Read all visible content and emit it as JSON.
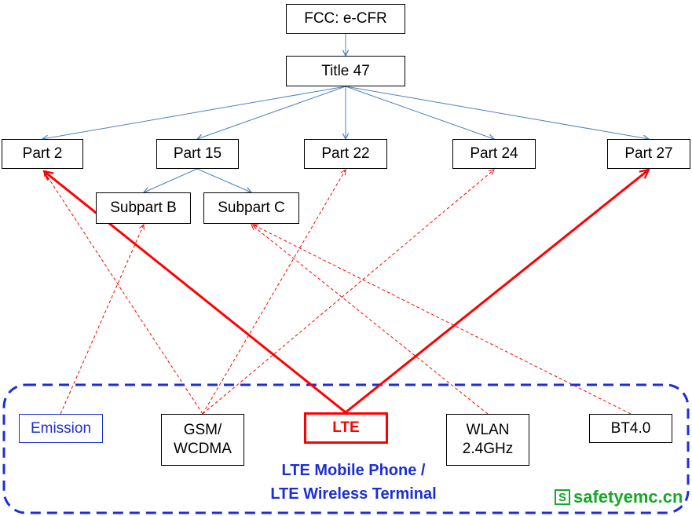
{
  "nodes": {
    "fcc": "FCC: e-CFR",
    "title47": "Title 47",
    "part2": "Part 2",
    "part15": "Part 15",
    "part22": "Part 22",
    "part24": "Part 24",
    "part27": "Part 27",
    "subpart_b": "Subpart B",
    "subpart_c": "Subpart C",
    "emission": "Emission",
    "gsm": "GSM/\nWCDMA",
    "lte": "LTE",
    "wlan": "WLAN\n2.4GHz",
    "bt": "BT4.0"
  },
  "caption": {
    "line1": "LTE Mobile Phone /",
    "line2": "LTE Wireless Terminal"
  },
  "watermark": {
    "icon": "S",
    "text": "safetyemc.cn"
  },
  "colors": {
    "hierarchy_arrow": "#4f81bd",
    "mapping_arrow": "#ff0000",
    "group_border": "#1c2fd6",
    "caption": "#1c2fd6",
    "watermark": "#17a829"
  }
}
